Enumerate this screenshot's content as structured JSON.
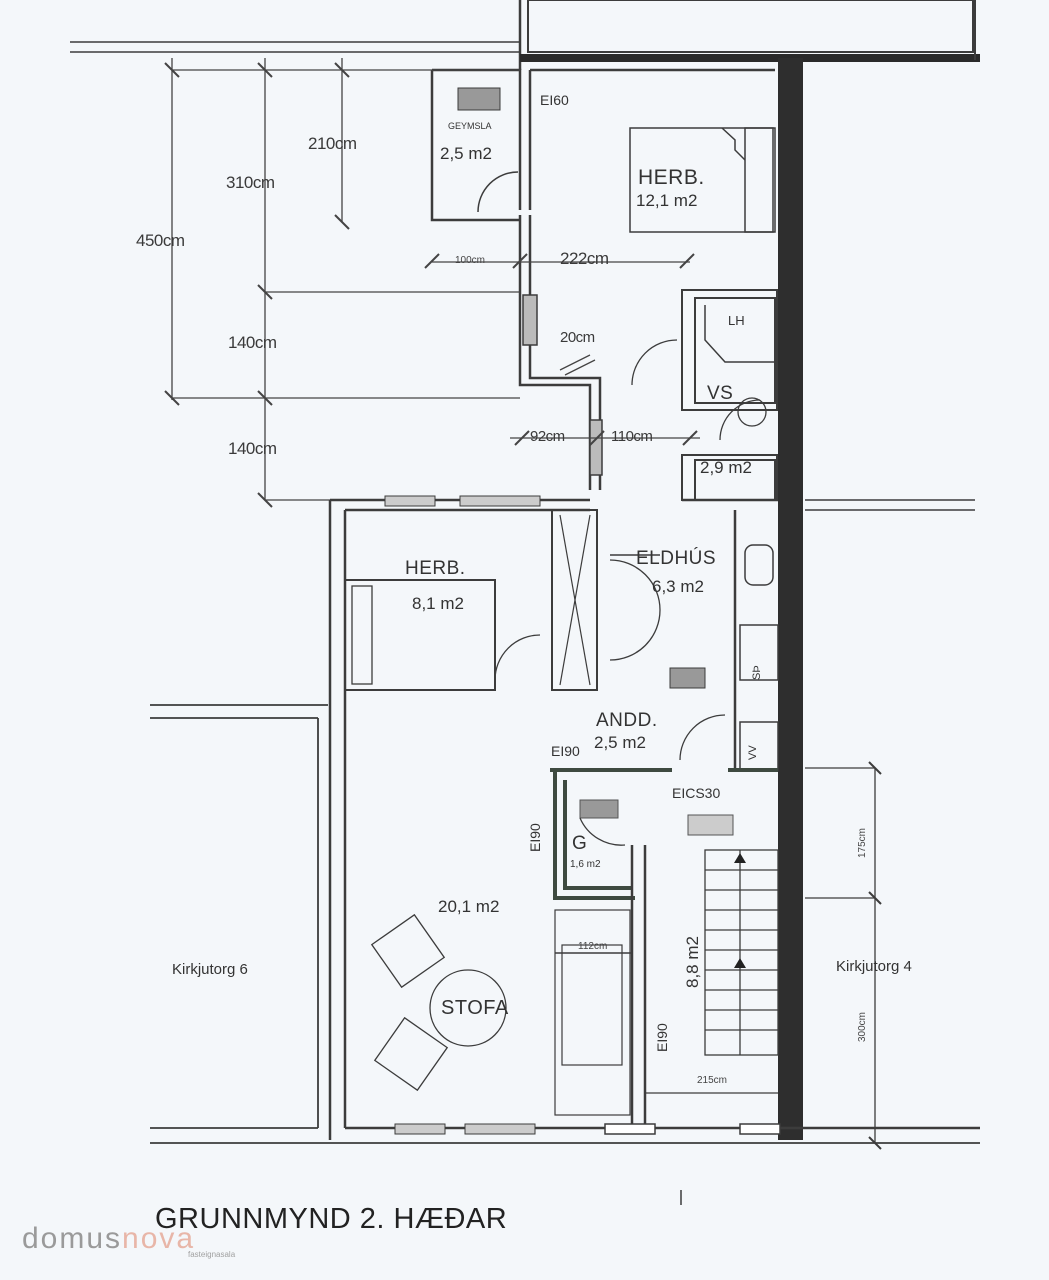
{
  "title": "GRUNNMYND 2. HÆÐAR",
  "brand": {
    "name_part1": "domus",
    "name_part2": "nova",
    "tagline": "fasteignasala"
  },
  "rooms": [
    {
      "id": "geymsla",
      "name": "GEYMSLA",
      "area": "2,5 m2"
    },
    {
      "id": "herb-1",
      "name": "HERB.",
      "area": "12,1 m2"
    },
    {
      "id": "bad",
      "name": "VS",
      "area": "2,9 m2"
    },
    {
      "id": "herb-2",
      "name": "HERB.",
      "area": "8,1 m2"
    },
    {
      "id": "eldhus",
      "name": "ELDHÚS",
      "area": "6,3 m2"
    },
    {
      "id": "andd",
      "name": "ANDD.",
      "area": "2,5 m2"
    },
    {
      "id": "g",
      "name": "G",
      "area": "1,6 m2"
    },
    {
      "id": "stofa",
      "name": "STOFA",
      "area": "20,1 m2"
    },
    {
      "id": "stigi",
      "name": "",
      "area": "8,8 m2"
    }
  ],
  "fixtures": {
    "shower": "LH",
    "ww": "VV",
    "sink": "SÞ"
  },
  "fire_ratings": {
    "e160": "EI60",
    "e190_1": "EI90",
    "e190_2": "EI90",
    "ei90_3": "EI90",
    "eics30": "EICS30"
  },
  "dimensions": {
    "d450": "450cm",
    "d310": "310cm",
    "d210": "210cm",
    "d140a": "140cm",
    "d140b": "140cm",
    "d100": "100cm",
    "d222": "222cm",
    "d20": "20cm",
    "d92": "92cm",
    "d110": "110cm",
    "d112": "112cm",
    "d215": "215cm",
    "d175": "175cm",
    "d300": "300cm"
  },
  "neighbours": {
    "left": "Kirkjutorg 6",
    "right": "Kirkjutorg 4"
  }
}
